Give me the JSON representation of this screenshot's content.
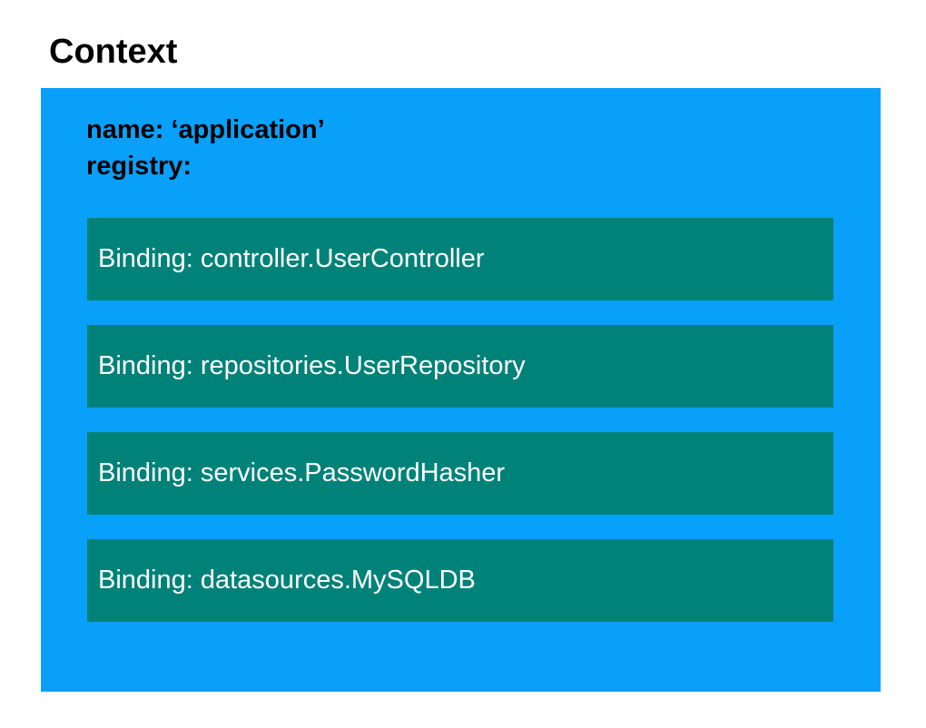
{
  "title": "Context",
  "context": {
    "name_property": "name: ‘application’",
    "registry_property": "registry:",
    "bindings": [
      {
        "label": "Binding: controller.UserController"
      },
      {
        "label": "Binding: repositories.UserRepository"
      },
      {
        "label": "Binding: services.PasswordHasher"
      },
      {
        "label": "Binding: datasources.MySQLDB"
      }
    ]
  },
  "colors": {
    "container_blue": "#09a0f9",
    "binding_teal": "#008279",
    "binding_text": "#ffffff",
    "header_text": "#000000",
    "title_text": "#000000",
    "page_background": "#ffffff"
  }
}
